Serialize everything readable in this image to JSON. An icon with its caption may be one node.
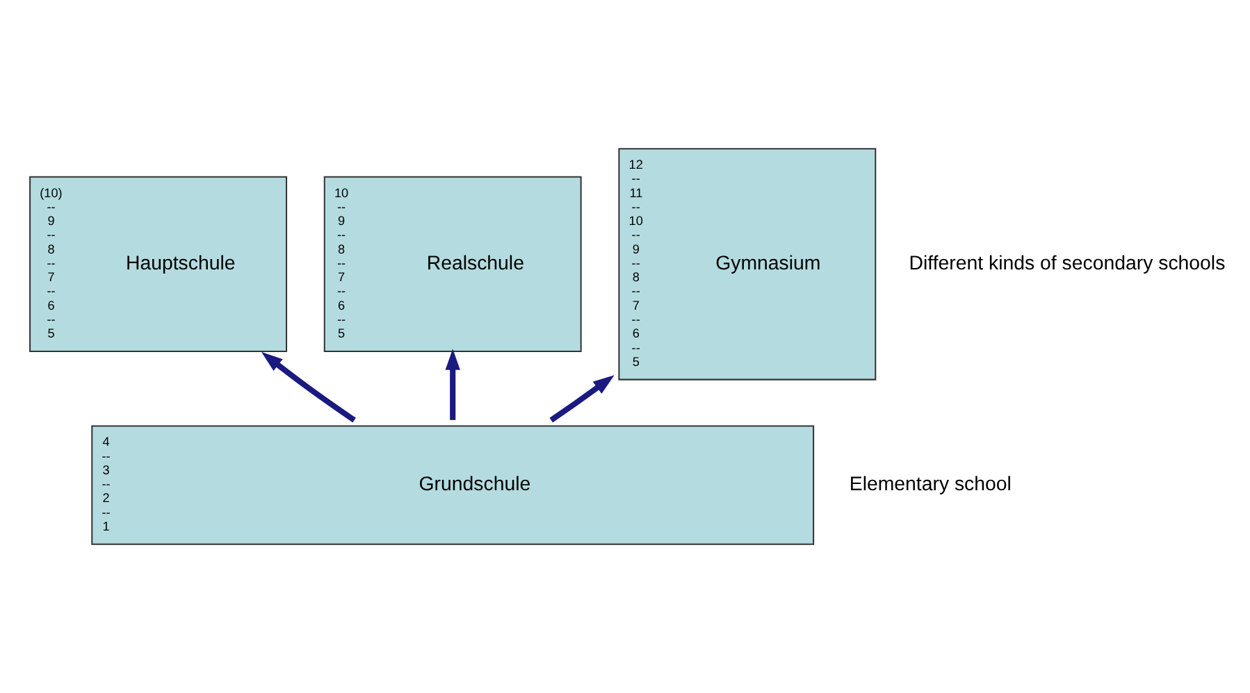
{
  "diagram": {
    "nodes": [
      {
        "text": [
          "(10) -- 9 -- 8 -- 7 -- 6 -- 5",
          "Hauptschule"
        ]
      },
      {
        "text": [
          "10 -- 9 -- 8 -- 7 -- 6 -- 5",
          "Realschule"
        ]
      },
      {
        "text": [
          "12 -- 11 -- 10 -- 9 -- 8 -- 7 -- 6 -- 5",
          "Gymnasium"
        ]
      },
      {
        "text": [
          "4 -- 3 -- 2 -- 1",
          "Grundschule"
        ]
      }
    ],
    "edges": [
      {
        "from": 3,
        "to": 0,
        "arrow": "to"
      },
      {
        "from": 3,
        "to": 1,
        "arrow": "to"
      },
      {
        "from": 3,
        "to": 2,
        "arrow": "to"
      }
    ],
    "labels": [
      "Different kinds of secondary schools",
      "Elementary school"
    ]
  }
}
